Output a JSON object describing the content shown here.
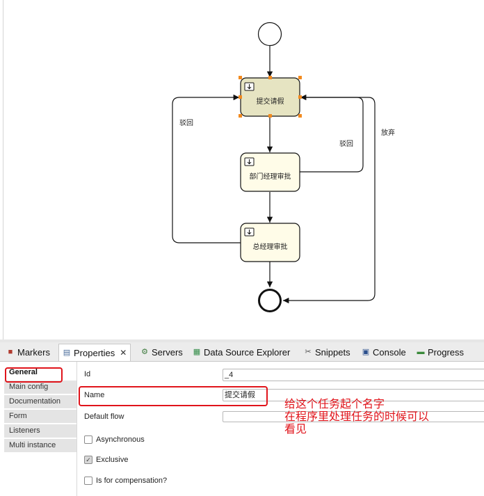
{
  "diagram": {
    "tasks": [
      {
        "label": "提交请假"
      },
      {
        "label": "部门经理审批"
      },
      {
        "label": "总经理审批"
      }
    ],
    "edges": {
      "reject_left": "驳回",
      "reject_right": "驳回",
      "abandon": "放弃"
    }
  },
  "tabs": [
    {
      "label": "Markers",
      "icon": "markers-icon"
    },
    {
      "label": "Properties",
      "icon": "properties-icon",
      "active": true
    },
    {
      "label": "Servers",
      "icon": "servers-icon"
    },
    {
      "label": "Data Source Explorer",
      "icon": "data-source-icon"
    },
    {
      "label": "Snippets",
      "icon": "snippets-icon"
    },
    {
      "label": "Console",
      "icon": "console-icon"
    },
    {
      "label": "Progress",
      "icon": "progress-icon"
    }
  ],
  "sidebar": {
    "items": [
      {
        "label": "General"
      },
      {
        "label": "Main config"
      },
      {
        "label": "Documentation"
      },
      {
        "label": "Form"
      },
      {
        "label": "Listeners"
      },
      {
        "label": "Multi instance"
      }
    ]
  },
  "form": {
    "id_label": "Id",
    "id_value": "_4",
    "name_label": "Name",
    "name_value": "提交请假",
    "default_flow_label": "Default flow",
    "default_flow_value": "",
    "asynchronous_label": "Asynchronous",
    "asynchronous_checked": false,
    "exclusive_label": "Exclusive",
    "exclusive_checked": true,
    "compensation_label": "Is for compensation?",
    "compensation_checked": false
  },
  "annotation": {
    "line1": "给这个任务起个名字",
    "line2": "在程序里处理任务的时候可以",
    "line3": "看见"
  },
  "colors": {
    "selected_task_fill": "#e6e4c2",
    "task_fill": "#fffce8",
    "annotation_red": "#e0141b",
    "selection_handle": "#f28a1e"
  }
}
